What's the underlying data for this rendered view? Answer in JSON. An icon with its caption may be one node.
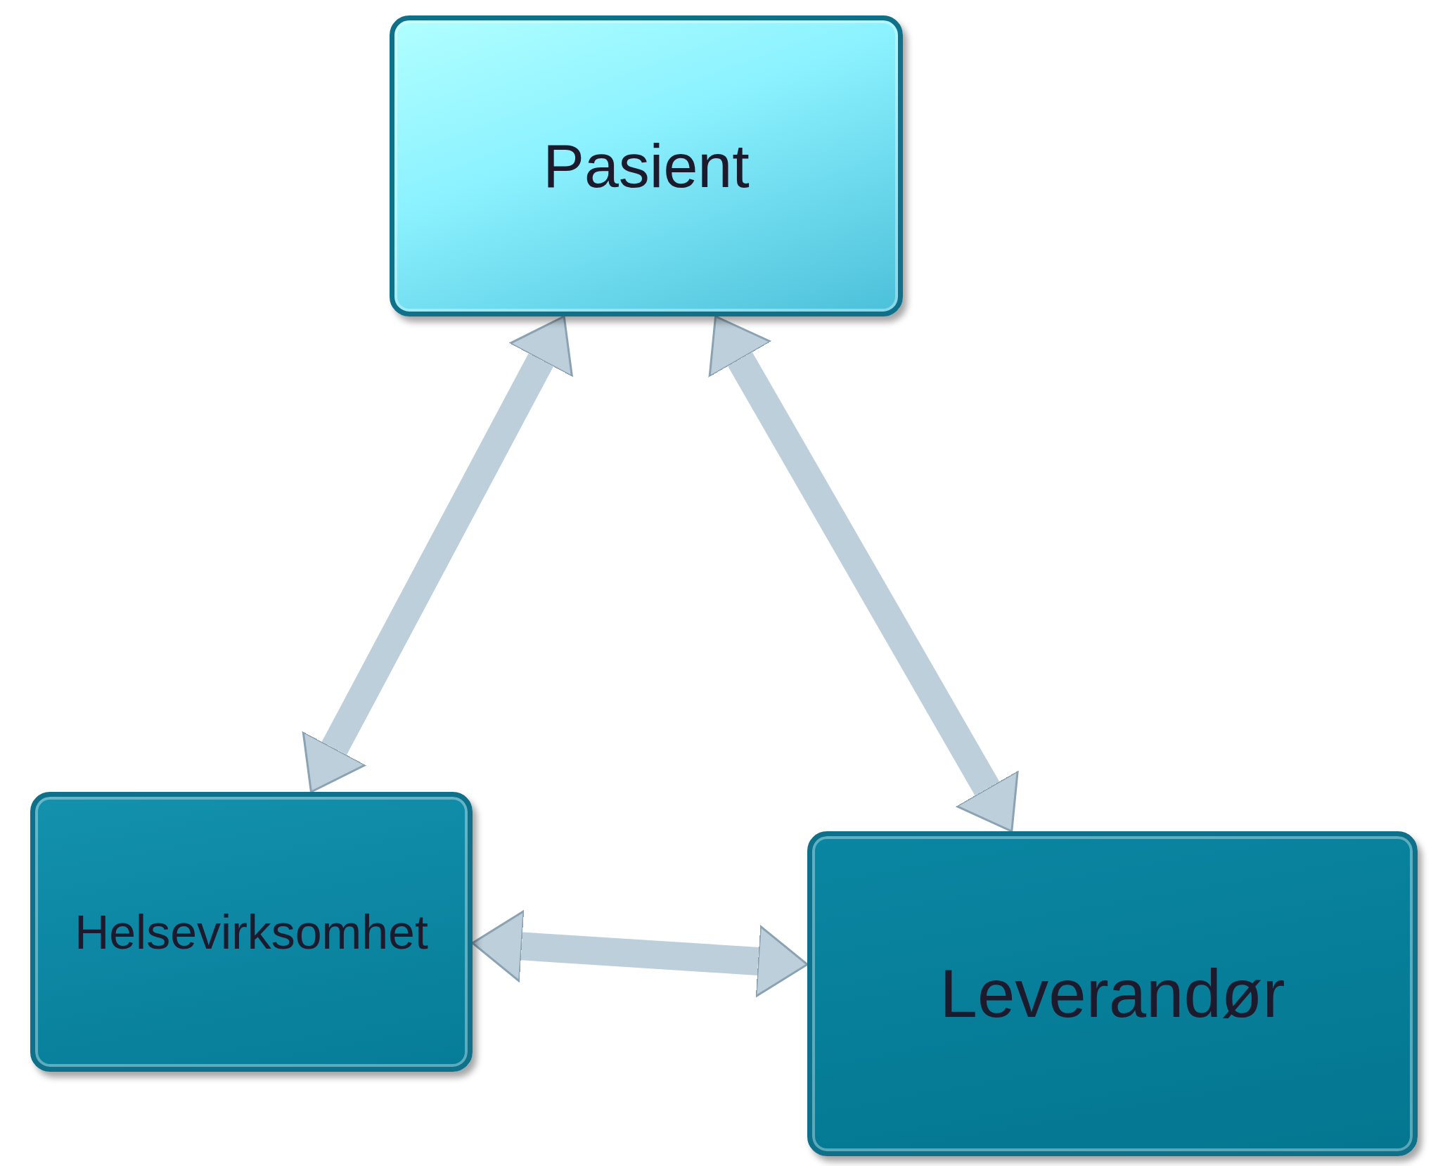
{
  "diagram": {
    "nodes": [
      {
        "text": [
          "Pasient"
        ]
      },
      {
        "text": [
          "Helsevirksomhet"
        ]
      },
      {
        "text": [
          "Leverandør"
        ]
      }
    ],
    "edges": [
      {
        "from": 0,
        "to": 1,
        "arrow": "both"
      },
      {
        "from": 0,
        "to": 2,
        "arrow": "both"
      },
      {
        "from": 1,
        "to": 2,
        "arrow": "both"
      }
    ]
  }
}
